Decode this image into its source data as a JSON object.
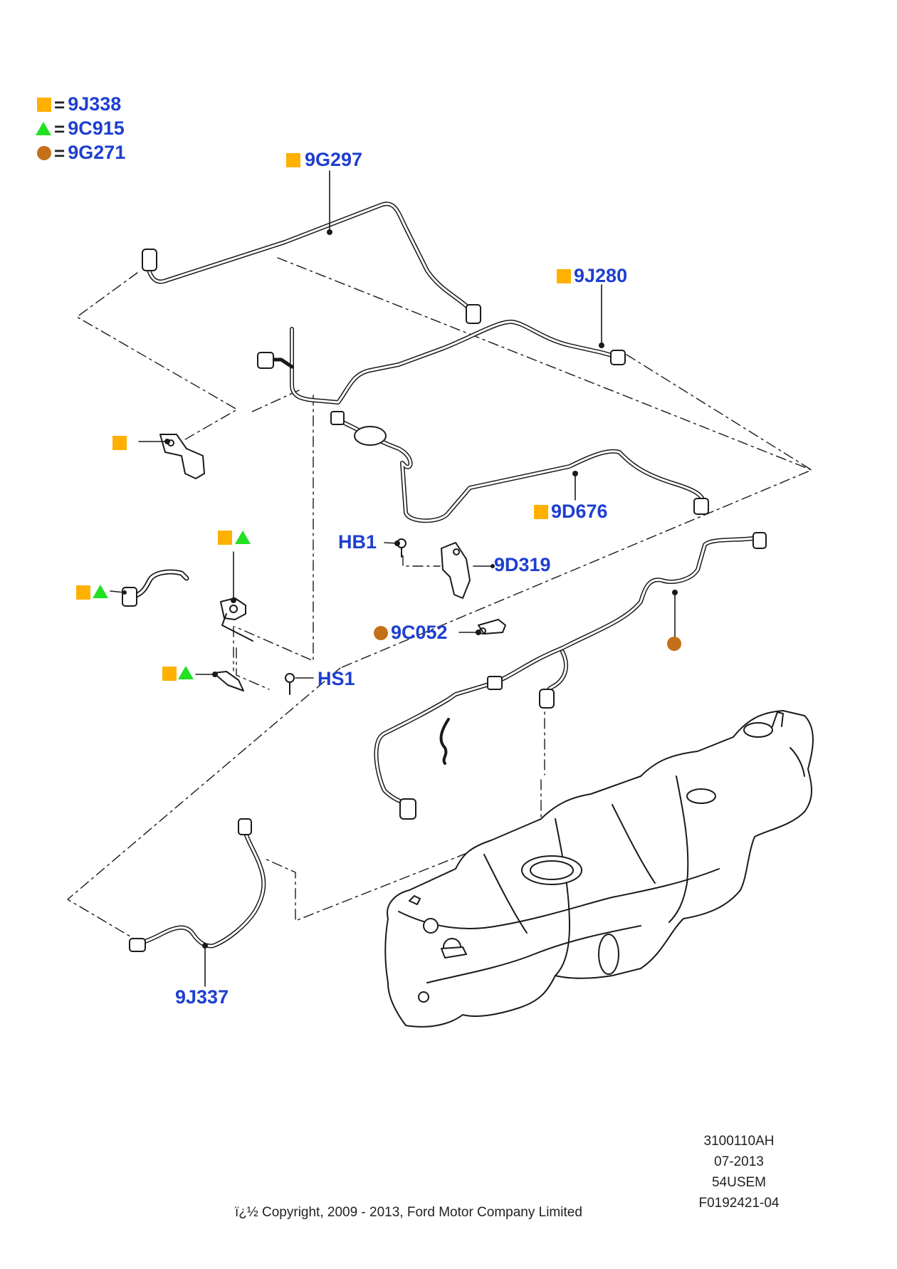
{
  "colors": {
    "square": "#ffb000",
    "triangle": "#22e022",
    "circle": "#c47018",
    "callout": "#1e3fd0",
    "line": "#1a1a1a"
  },
  "legend": [
    {
      "symbol": "square",
      "eq": "=",
      "code": "9J338"
    },
    {
      "symbol": "triangle",
      "eq": "=",
      "code": "9C915"
    },
    {
      "symbol": "circle",
      "eq": "=",
      "code": "9G271"
    }
  ],
  "callouts": {
    "c_9g297": "9G297",
    "c_9j280": "9J280",
    "c_9d676": "9D676",
    "c_hb1": "HB1",
    "c_9d319": "9D319",
    "c_9c052": "9C052",
    "c_hs1": "HS1",
    "c_9j337": "9J337"
  },
  "reference": {
    "line1": "3100110AH",
    "line2": "07-2013",
    "line3": "54USEM",
    "line4": "F0192421-04"
  },
  "copyright": "ï¿½ Copyright, 2009 - 2013, Ford Motor Company Limited"
}
